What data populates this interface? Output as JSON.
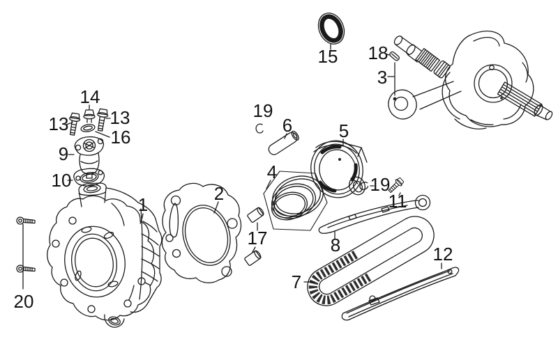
{
  "figure": {
    "background": "#ffffff",
    "line_color": "#1a1a1a",
    "label_color": "#111111"
  },
  "callouts": {
    "c1": {
      "label": "1",
      "part": "cylinder"
    },
    "c2": {
      "label": "2",
      "part": "cylinder-head-gasket"
    },
    "c3": {
      "label": "3",
      "part": "crankshaft-assembly"
    },
    "c4": {
      "label": "4",
      "part": "piston-ring-set"
    },
    "c5": {
      "label": "5",
      "part": "piston"
    },
    "c6": {
      "label": "6",
      "part": "piston-pin"
    },
    "c7": {
      "label": "7",
      "part": "cam-chain"
    },
    "c8": {
      "label": "8",
      "part": "cam-chain-tensioner-arm"
    },
    "c9": {
      "label": "9",
      "part": "thermostat-cover"
    },
    "c10": {
      "label": "10",
      "part": "thermostat-gasket"
    },
    "c11": {
      "label": "11",
      "part": "tensioner-pivot-bolt"
    },
    "c12": {
      "label": "12",
      "part": "cam-chain-guide"
    },
    "c13": {
      "label": "13",
      "part": "flange-bolt"
    },
    "c14": {
      "label": "14",
      "part": "sealing-bolt"
    },
    "c15": {
      "label": "15",
      "part": "seal-ring"
    },
    "c16": {
      "label": "16",
      "part": "o-ring"
    },
    "c17": {
      "label": "17",
      "part": "dowel-pin"
    },
    "c18": {
      "label": "18",
      "part": "woodruff-key"
    },
    "c19": {
      "label": "19",
      "part": "piston-pin-clip"
    },
    "c20": {
      "label": "20",
      "part": "mounting-bolt"
    }
  }
}
